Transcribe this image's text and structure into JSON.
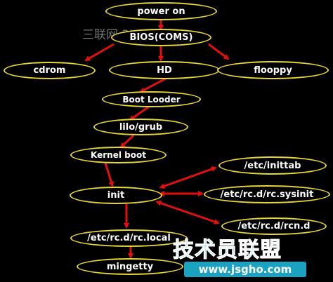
{
  "nodes": {
    "power_on": "power on",
    "bios": "BIOS(COMS)",
    "cdrom": "cdrom",
    "hd": "HD",
    "floppy": "flooppy",
    "boot_loader": "Boot Looder",
    "lilo_grub": "lilo/grub",
    "kernel_boot": "Kernel boot",
    "init": "init",
    "inittab": "/etc/inittab",
    "rc_sysinit": "/etc/rc.d/rc.sysinit",
    "rcn_d": "/etc/rc.d/rcn.d",
    "rc_local": "/etc/rc.d/rc.local",
    "mingetty": "mingetty"
  },
  "watermark": "三联网 3LIAN.COM",
  "logo": {
    "name": "技术员联盟",
    "url": "www.jsgho.com"
  },
  "colors": {
    "background": "#000000",
    "node_border": "#e8d63a",
    "arrow": "#e01010",
    "text": "#ffffff"
  }
}
